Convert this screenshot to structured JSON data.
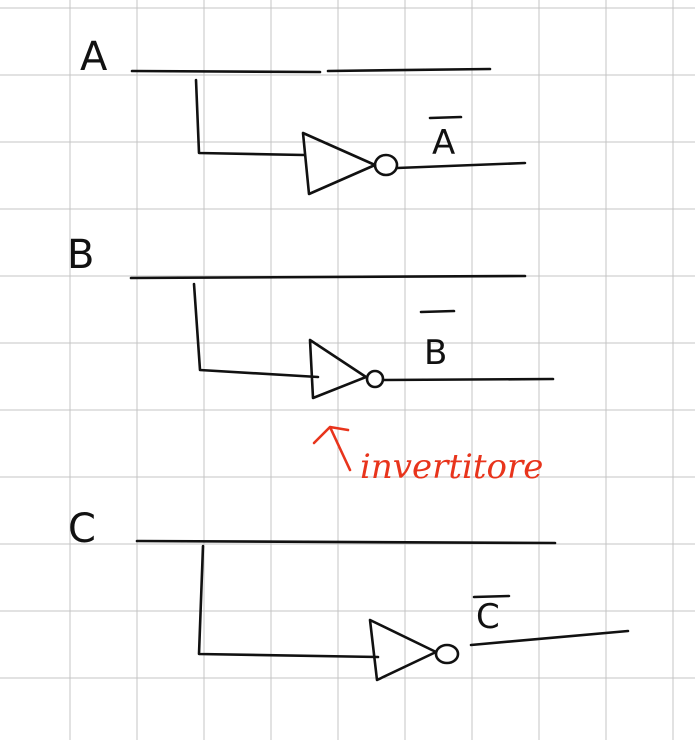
{
  "colors": {
    "paper": "#ffffff",
    "grid": "#c4c4c4",
    "ink": "#111111",
    "annotation": "#e8341c"
  },
  "signals": {
    "a": {
      "input_label": "A",
      "output_label": "A"
    },
    "b": {
      "input_label": "B",
      "output_label": "B"
    },
    "c": {
      "input_label": "C",
      "output_label": "C"
    }
  },
  "annotation": {
    "text": "invertitore"
  },
  "icons": {
    "gate": "not-gate-icon",
    "arrow": "arrow-up-left-icon"
  }
}
